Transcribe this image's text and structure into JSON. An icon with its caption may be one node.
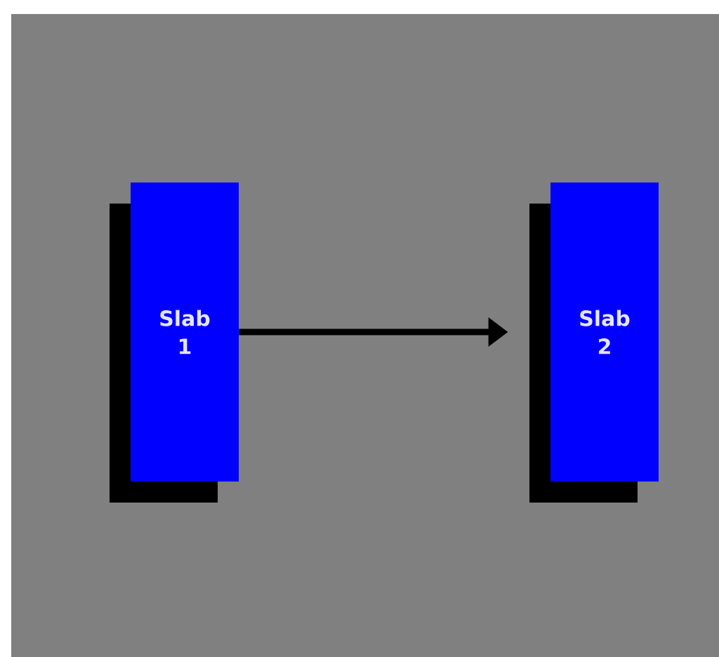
{
  "diagram": {
    "nodes": [
      {
        "text": [
          "Slab 1"
        ]
      },
      {
        "text": [
          "Slab 2"
        ]
      }
    ],
    "edges": [
      {
        "from": 0,
        "to": 1,
        "arrow": "to"
      }
    ]
  }
}
